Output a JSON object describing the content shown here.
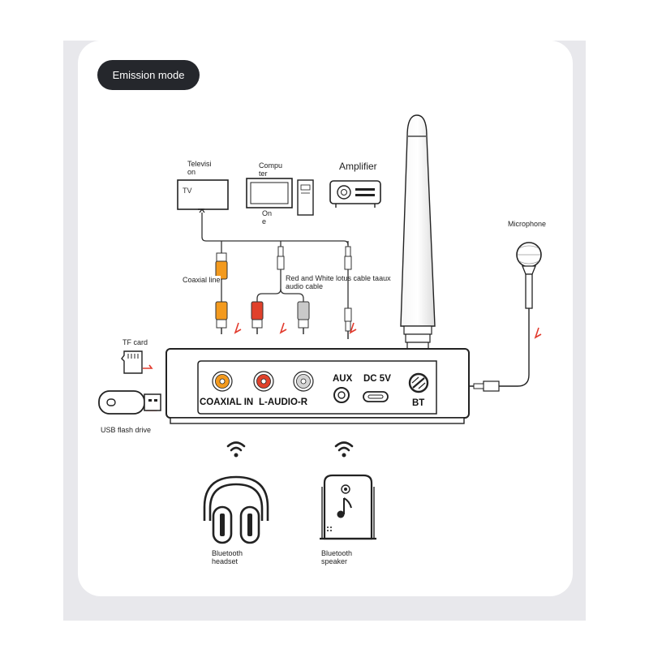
{
  "title": "Emission mode",
  "sources": {
    "television": "Televisi\non",
    "tv_screen": "TV",
    "computer": "Compu\nter",
    "phone": "On\ne",
    "amplifier": "Amplifier"
  },
  "cables": {
    "coaxial": "Coaxial line",
    "lotus": "Red and White lotus cable taaux\naudio cable"
  },
  "peripherals": {
    "tf_card": "TF card",
    "usb": "USB flash drive",
    "microphone": "Microphone"
  },
  "ports": {
    "coaxial": "COAXIAL IN",
    "audio": "L-AUDIO-R",
    "aux": "AUX",
    "dc": "DC 5V",
    "bt": "BT"
  },
  "outputs": {
    "headset": "Bluetooth\nheadset",
    "speaker": "Bluetooth\nspeaker"
  },
  "colors": {
    "pill_bg": "#25272c",
    "coax_orange": "#f39a1e",
    "audio_red": "#e0412b",
    "audio_white": "#c9c9c9",
    "arrow_red": "#e23b2e"
  }
}
